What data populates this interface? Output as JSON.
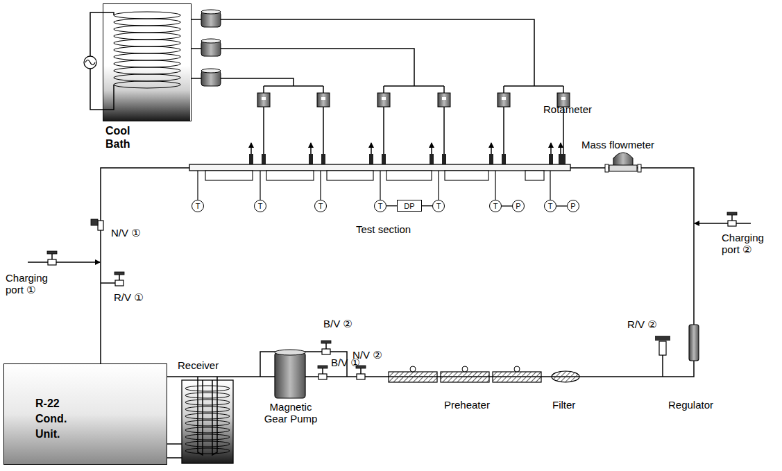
{
  "diagram": {
    "nodes": [
      {
        "text": [
          "Cool Bath"
        ]
      },
      {
        "text": [
          "T"
        ]
      },
      {
        "text": [
          "T"
        ]
      },
      {
        "text": [
          "T"
        ]
      },
      {
        "text": [
          "T"
        ]
      },
      {
        "text": [
          "DP"
        ]
      },
      {
        "text": [
          "T"
        ]
      },
      {
        "text": [
          "T"
        ]
      },
      {
        "text": [
          "P"
        ]
      },
      {
        "text": [
          "T"
        ]
      },
      {
        "text": [
          "P"
        ]
      },
      {
        "text": [
          "R-22 Cond. Unit."
        ]
      }
    ],
    "edges": [
      {
        "from": 4,
        "to": 5,
        "arrow": "none"
      },
      {
        "from": 5,
        "to": 6,
        "arrow": "none"
      },
      {
        "from": 7,
        "to": 8,
        "arrow": "none"
      },
      {
        "from": 9,
        "to": 10,
        "arrow": "none"
      }
    ],
    "labels": [
      "Rotameter",
      "Mass flowmeter",
      "Test section",
      "N/V ①",
      "Charging port ①",
      "R/V ①",
      "Charging port ②",
      "Receiver",
      "B/V ②",
      "N/V ②",
      "B/V ①",
      "Magnetic Gear Pump",
      "Preheater",
      "Filter",
      "R/V ②",
      "Regulator"
    ]
  }
}
